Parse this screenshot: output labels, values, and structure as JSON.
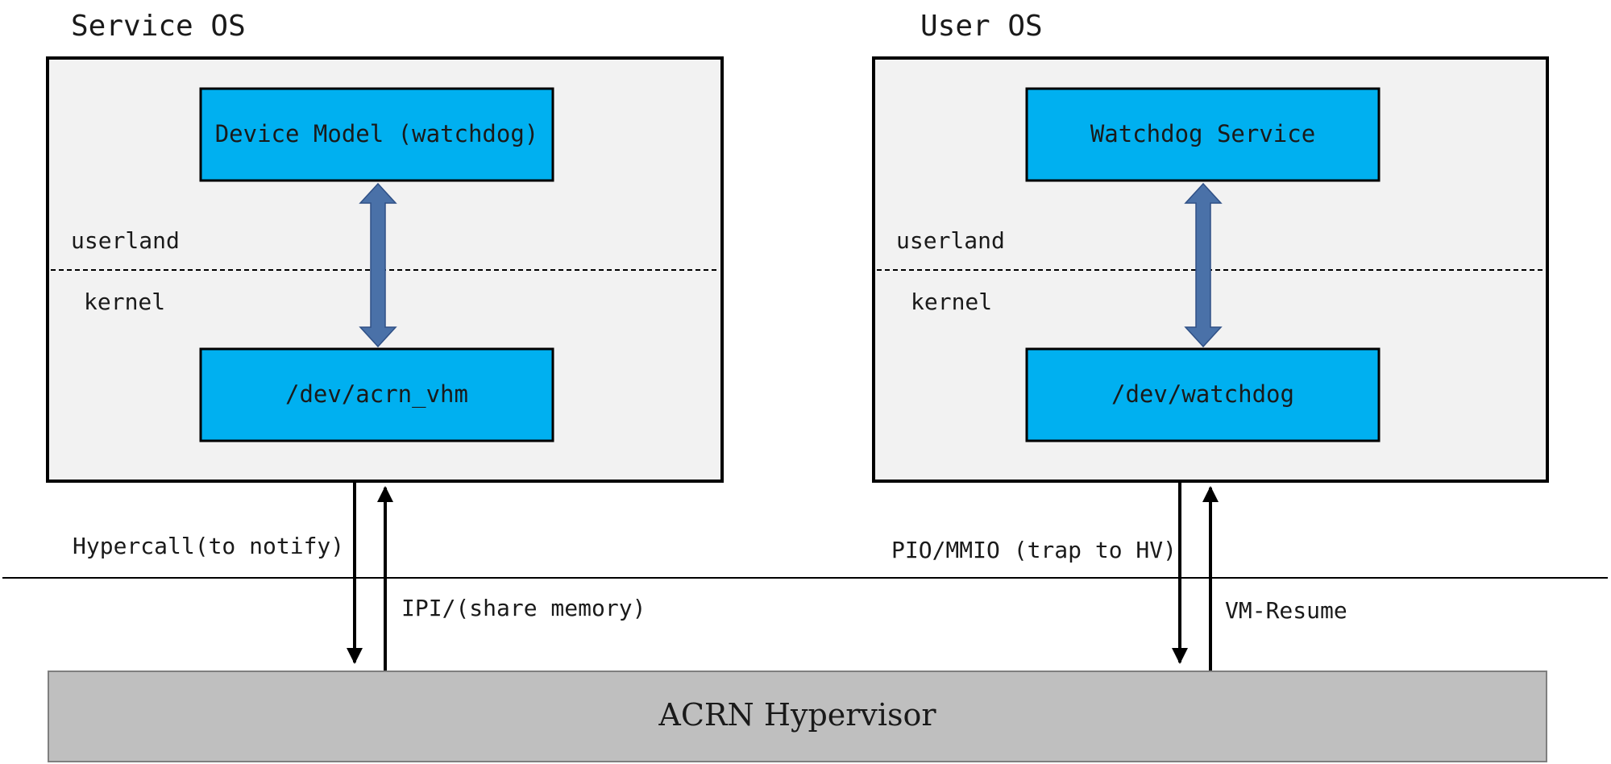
{
  "service_os": {
    "title": "Service OS",
    "top_box": "Device Model (watchdog)",
    "bottom_box": "/dev/acrn_vhm",
    "userland_label": "userland",
    "kernel_label": "kernel",
    "down_label": "Hypercall(to notify)",
    "up_label": "IPI/(share memory)"
  },
  "user_os": {
    "title": "User OS",
    "top_box": "Watchdog Service",
    "bottom_box": "/dev/watchdog",
    "userland_label": "userland",
    "kernel_label": "kernel",
    "down_label": "PIO/MMIO (trap to HV)",
    "up_label": "VM-Resume"
  },
  "hypervisor": {
    "label": "ACRN Hypervisor"
  },
  "colors": {
    "os_panel": "#f2f2f2",
    "component_box": "#00b0f0",
    "hypervisor_box": "#bfbfbf",
    "double_arrow": "#4a71a8"
  }
}
